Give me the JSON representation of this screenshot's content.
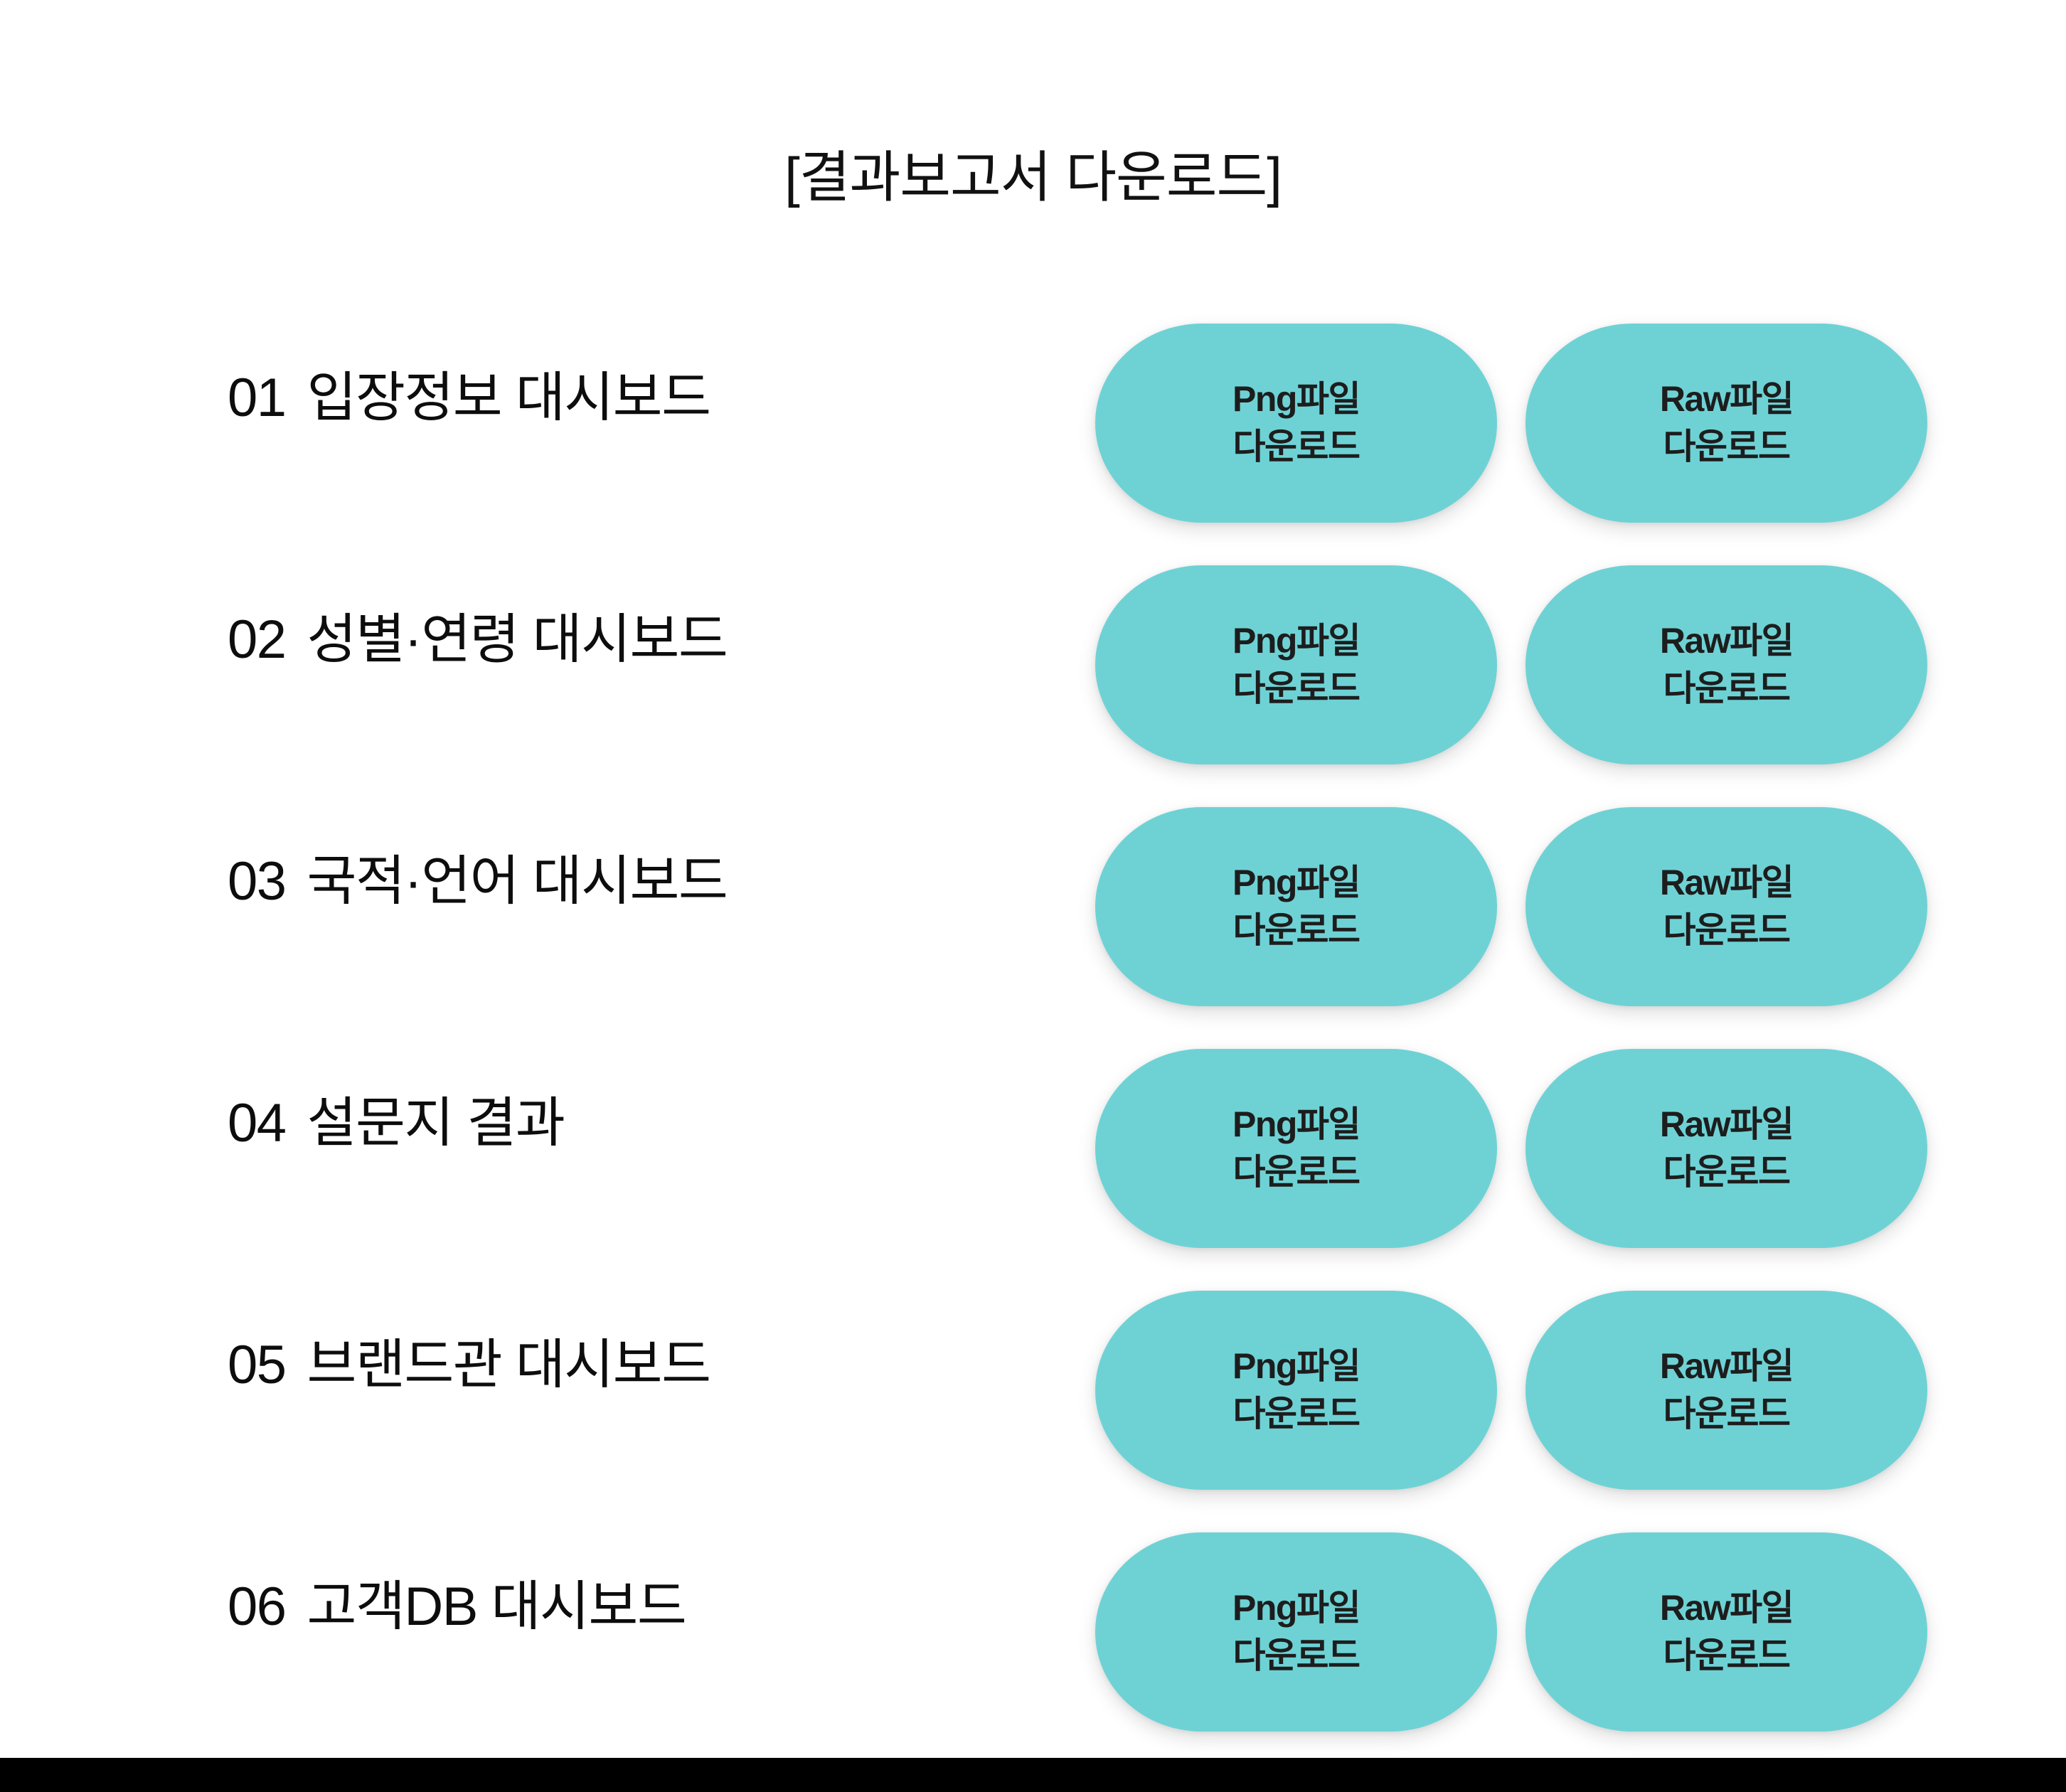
{
  "page": {
    "title": "[결과보고서 다운로드]",
    "background_color": "#ffffff",
    "accent_color": "#6ed2d5",
    "text_color": "#0d0d0d",
    "bottom_bar_color": "#000000"
  },
  "buttons": {
    "png": {
      "line1": "Png파일",
      "line2": "다운로드"
    },
    "raw": {
      "line1": "Raw파일",
      "line2": "다운로드"
    }
  },
  "rows": [
    {
      "index": "01",
      "label": "입장정보 대시보드",
      "png": {
        "line1": "Png파일",
        "line2": "다운로드"
      },
      "raw": {
        "line1": "Raw파일",
        "line2": "다운로드"
      }
    },
    {
      "index": "02",
      "label": "성별·연령 대시보드",
      "png": {
        "line1": "Png파일",
        "line2": "다운로드"
      },
      "raw": {
        "line1": "Raw파일",
        "line2": "다운로드"
      }
    },
    {
      "index": "03",
      "label": "국적·언어 대시보드",
      "png": {
        "line1": "Png파일",
        "line2": "다운로드"
      },
      "raw": {
        "line1": "Raw파일",
        "line2": "다운로드"
      }
    },
    {
      "index": "04",
      "label": "설문지 결과",
      "png": {
        "line1": "Png파일",
        "line2": "다운로드"
      },
      "raw": {
        "line1": "Raw파일",
        "line2": "다운로드"
      }
    },
    {
      "index": "05",
      "label": "브랜드관 대시보드",
      "png": {
        "line1": "Png파일",
        "line2": "다운로드"
      },
      "raw": {
        "line1": "Raw파일",
        "line2": "다운로드"
      }
    },
    {
      "index": "06",
      "label": "고객DB 대시보드",
      "png": {
        "line1": "Png파일",
        "line2": "다운로드"
      },
      "raw": {
        "line1": "Raw파일",
        "line2": "다운로드"
      }
    }
  ]
}
